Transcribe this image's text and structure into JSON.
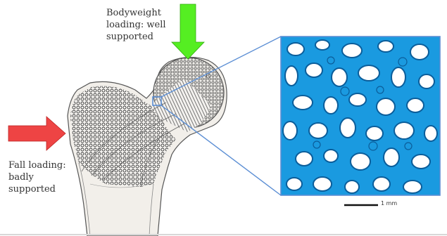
{
  "labels": {
    "bodyweight": [
      "Bodyweight",
      "loading: well",
      "supported"
    ],
    "fall": [
      "Fall loading:",
      "badly",
      "supported"
    ]
  },
  "scale_bar": {
    "text": "1 mm"
  },
  "colors": {
    "green_arrow": "#55ee22",
    "red_arrow": "#ee4444",
    "trabecular_blue": "#1a9ae0",
    "trabecular_dark": "#0b5d9a",
    "connector_blue": "#5b8ed4",
    "bone_ink": "#3a3a3a"
  },
  "icons": {
    "top_arrow": "arrow-down-icon",
    "side_arrow": "arrow-right-icon"
  }
}
